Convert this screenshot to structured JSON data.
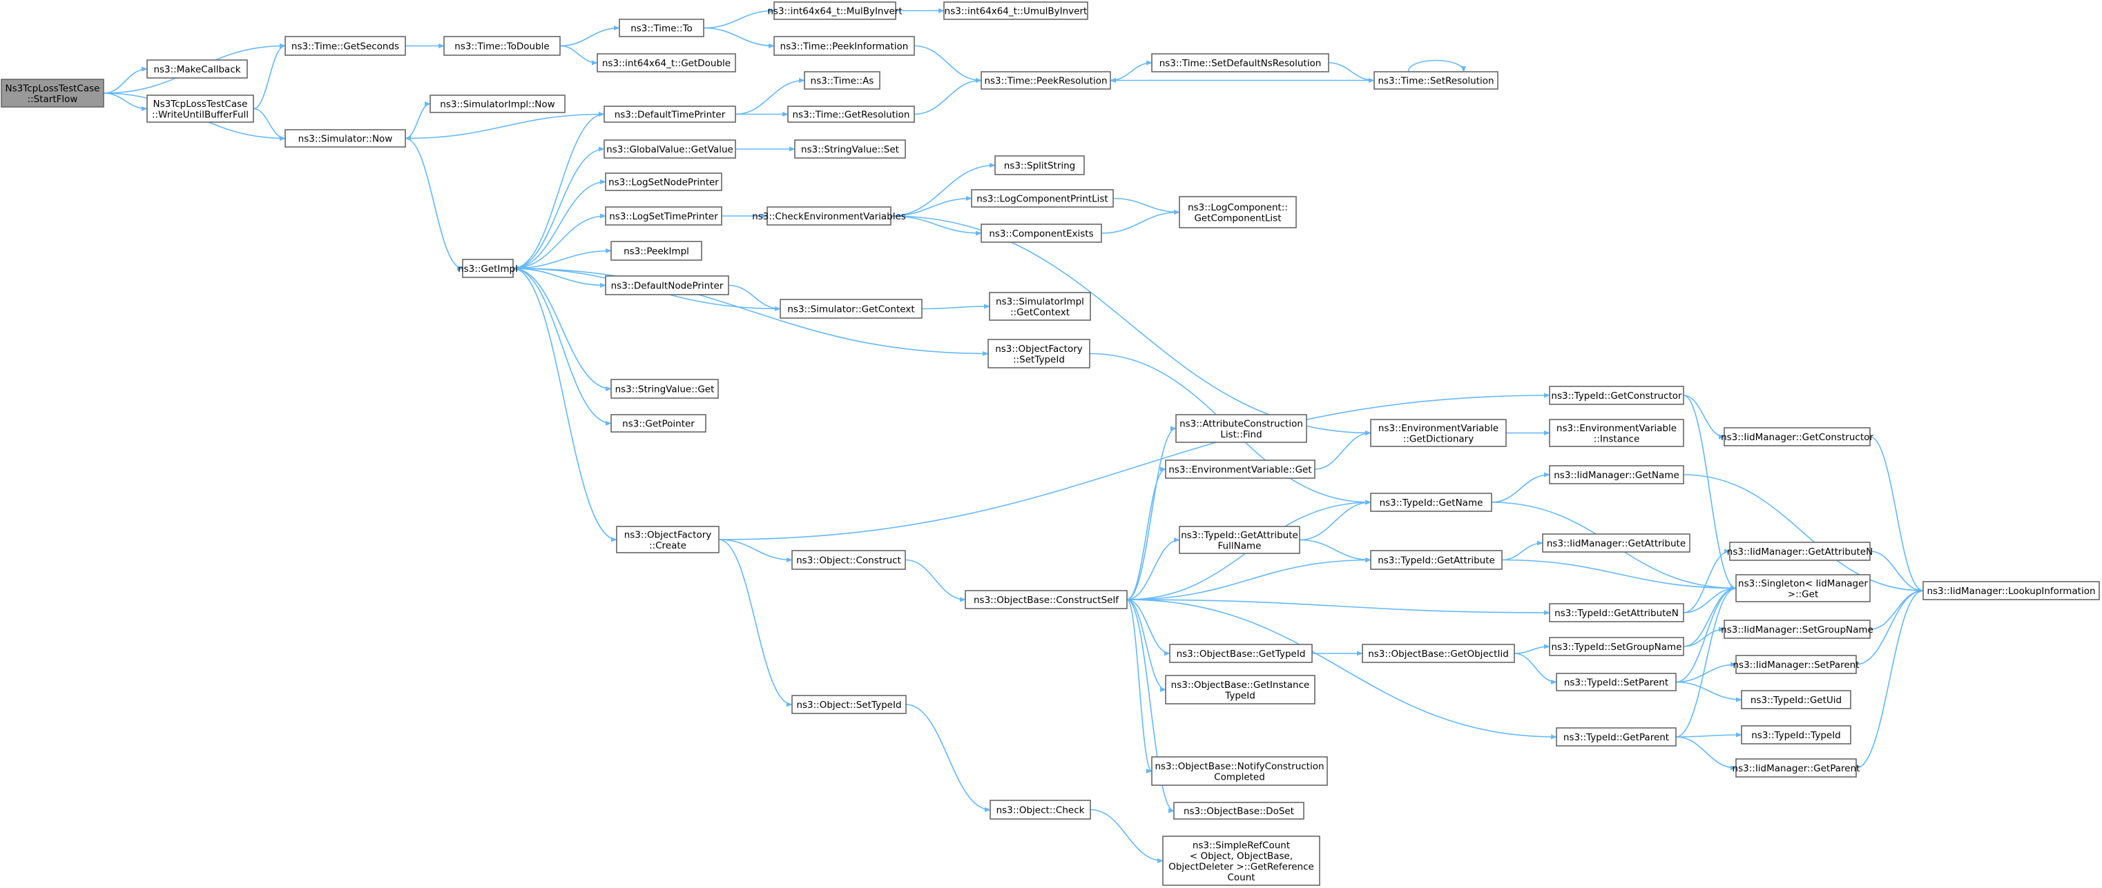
{
  "graph": {
    "nodes": [
      {
        "id": "n0",
        "lines": [
          "Ns3TcpLossTestCase",
          "::StartFlow"
        ],
        "root": true
      },
      {
        "id": "n1",
        "lines": [
          "ns3::Time::GetSeconds"
        ]
      },
      {
        "id": "n2",
        "lines": [
          "ns3::MakeCallback"
        ]
      },
      {
        "id": "n3",
        "lines": [
          "Ns3TcpLossTestCase",
          "::WriteUntilBufferFull"
        ]
      },
      {
        "id": "n4",
        "lines": [
          "ns3::Simulator::Now"
        ]
      },
      {
        "id": "n5",
        "lines": [
          "ns3::Time::ToDouble"
        ]
      },
      {
        "id": "n6",
        "lines": [
          "ns3::Time::To"
        ]
      },
      {
        "id": "n7",
        "lines": [
          "ns3::int64x64_t::GetDouble"
        ]
      },
      {
        "id": "n8",
        "lines": [
          "ns3::int64x64_t::MulByInvert"
        ]
      },
      {
        "id": "n9",
        "lines": [
          "ns3::int64x64_t::UmulByInvert"
        ]
      },
      {
        "id": "n10",
        "lines": [
          "ns3::Time::PeekInformation"
        ]
      },
      {
        "id": "n11",
        "lines": [
          "ns3::Time::PeekResolution"
        ]
      },
      {
        "id": "n12",
        "lines": [
          "ns3::Time::SetDefaultNsResolution"
        ]
      },
      {
        "id": "n13",
        "lines": [
          "ns3::Time::SetResolution"
        ]
      },
      {
        "id": "n14",
        "lines": [
          "ns3::SimulatorImpl::Now"
        ]
      },
      {
        "id": "n15",
        "lines": [
          "ns3::DefaultTimePrinter"
        ]
      },
      {
        "id": "n16",
        "lines": [
          "ns3::Time::As"
        ]
      },
      {
        "id": "n17",
        "lines": [
          "ns3::Time::GetResolution"
        ]
      },
      {
        "id": "n18",
        "lines": [
          "ns3::GetImpl"
        ]
      },
      {
        "id": "n19",
        "lines": [
          "ns3::GlobalValue::GetValue"
        ]
      },
      {
        "id": "n20",
        "lines": [
          "ns3::StringValue::Set"
        ]
      },
      {
        "id": "n21",
        "lines": [
          "ns3::LogSetNodePrinter"
        ]
      },
      {
        "id": "n22",
        "lines": [
          "ns3::LogSetTimePrinter"
        ]
      },
      {
        "id": "n23",
        "lines": [
          "ns3::CheckEnvironmentVariables"
        ]
      },
      {
        "id": "n24",
        "lines": [
          "ns3::SplitString"
        ]
      },
      {
        "id": "n25",
        "lines": [
          "ns3::LogComponentPrintList"
        ]
      },
      {
        "id": "n26",
        "lines": [
          "ns3::ComponentExists"
        ]
      },
      {
        "id": "n27",
        "lines": [
          "ns3::LogComponent::",
          "GetComponentList"
        ]
      },
      {
        "id": "n28",
        "lines": [
          "ns3::PeekImpl"
        ]
      },
      {
        "id": "n29",
        "lines": [
          "ns3::DefaultNodePrinter"
        ]
      },
      {
        "id": "n30",
        "lines": [
          "ns3::Simulator::GetContext"
        ]
      },
      {
        "id": "n31",
        "lines": [
          "ns3::SimulatorImpl",
          "::GetContext"
        ]
      },
      {
        "id": "n32",
        "lines": [
          "ns3::ObjectFactory",
          "::SetTypeId"
        ]
      },
      {
        "id": "n33",
        "lines": [
          "ns3::StringValue::Get"
        ]
      },
      {
        "id": "n34",
        "lines": [
          "ns3::GetPointer"
        ]
      },
      {
        "id": "n35",
        "lines": [
          "ns3::ObjectFactory",
          "::Create"
        ]
      },
      {
        "id": "n36",
        "lines": [
          "ns3::Object::Construct"
        ]
      },
      {
        "id": "n37",
        "lines": [
          "ns3::Object::SetTypeId"
        ]
      },
      {
        "id": "n38",
        "lines": [
          "ns3::Object::Check"
        ]
      },
      {
        "id": "n39",
        "lines": [
          "ns3::SimpleRefCount",
          "< Object, ObjectBase,",
          "ObjectDeleter >::GetReference",
          "Count"
        ]
      },
      {
        "id": "n40",
        "lines": [
          "ns3::ObjectBase::ConstructSelf"
        ]
      },
      {
        "id": "n41",
        "lines": [
          "ns3::AttributeConstruction",
          "List::Find"
        ]
      },
      {
        "id": "n42",
        "lines": [
          "ns3::EnvironmentVariable::Get"
        ]
      },
      {
        "id": "n43",
        "lines": [
          "ns3::TypeId::GetAttribute",
          "FullName"
        ]
      },
      {
        "id": "n44",
        "lines": [
          "ns3::ObjectBase::GetTypeId"
        ]
      },
      {
        "id": "n45",
        "lines": [
          "ns3::ObjectBase::GetInstance",
          "TypeId"
        ]
      },
      {
        "id": "n46",
        "lines": [
          "ns3::ObjectBase::NotifyConstruction",
          "Completed"
        ]
      },
      {
        "id": "n47",
        "lines": [
          "ns3::ObjectBase::DoSet"
        ]
      },
      {
        "id": "n48",
        "lines": [
          "ns3::EnvironmentVariable",
          "::GetDictionary"
        ]
      },
      {
        "id": "n49",
        "lines": [
          "ns3::TypeId::GetName"
        ]
      },
      {
        "id": "n50",
        "lines": [
          "ns3::TypeId::GetAttribute"
        ]
      },
      {
        "id": "n51",
        "lines": [
          "ns3::ObjectBase::GetObjectIid"
        ]
      },
      {
        "id": "n52",
        "lines": [
          "ns3::TypeId::GetConstructor"
        ]
      },
      {
        "id": "n53",
        "lines": [
          "ns3::EnvironmentVariable",
          "::Instance"
        ]
      },
      {
        "id": "n54",
        "lines": [
          "ns3::IidManager::GetName"
        ]
      },
      {
        "id": "n55",
        "lines": [
          "ns3::IidManager::GetAttribute"
        ]
      },
      {
        "id": "n56",
        "lines": [
          "ns3::TypeId::GetAttributeN"
        ]
      },
      {
        "id": "n57",
        "lines": [
          "ns3::TypeId::SetGroupName"
        ]
      },
      {
        "id": "n58",
        "lines": [
          "ns3::TypeId::SetParent"
        ]
      },
      {
        "id": "n59",
        "lines": [
          "ns3::TypeId::GetParent"
        ]
      },
      {
        "id": "n60",
        "lines": [
          "ns3::IidManager::GetConstructor"
        ]
      },
      {
        "id": "n61",
        "lines": [
          "ns3::IidManager::GetAttributeN"
        ]
      },
      {
        "id": "n62",
        "lines": [
          "ns3::Singleton< IidManager",
          ">::Get"
        ]
      },
      {
        "id": "n63",
        "lines": [
          "ns3::IidManager::SetGroupName"
        ]
      },
      {
        "id": "n64",
        "lines": [
          "ns3::IidManager::SetParent"
        ]
      },
      {
        "id": "n65",
        "lines": [
          "ns3::TypeId::GetUid"
        ]
      },
      {
        "id": "n66",
        "lines": [
          "ns3::TypeId::TypeId"
        ]
      },
      {
        "id": "n67",
        "lines": [
          "ns3::IidManager::GetParent"
        ]
      },
      {
        "id": "n68",
        "lines": [
          "ns3::IidManager::LookupInformation"
        ]
      }
    ]
  }
}
